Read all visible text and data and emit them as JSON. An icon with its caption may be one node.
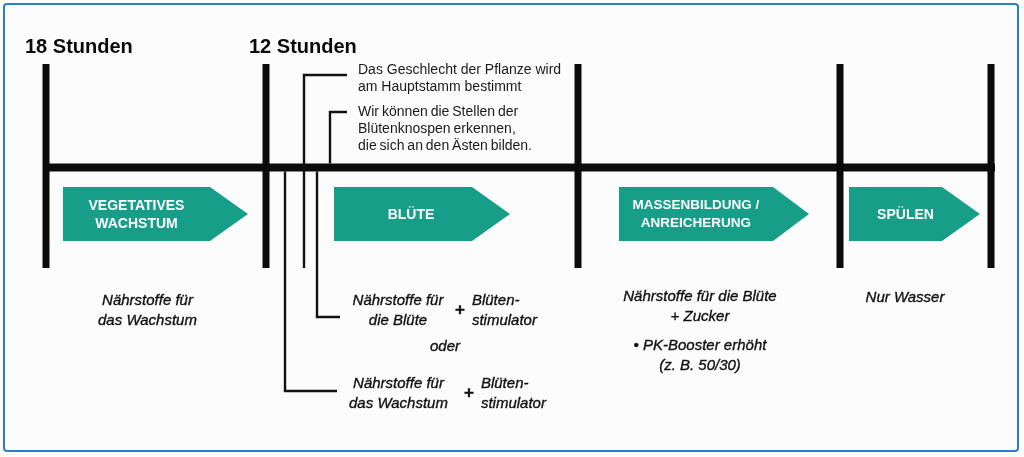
{
  "diagram": {
    "nodes": [
      {
        "text": [
          "Das Geschlecht der Pflanze wird am Hauptstamm bestimmt"
        ]
      },
      {
        "text": [
          "Wir können die Stellen der Blütenknospen erkennen, die sich an den Ästen bilden."
        ]
      },
      {
        "text": [
          "VEGETATIVES WACHSTUM"
        ]
      },
      {
        "text": [
          "BLÜTE"
        ]
      },
      {
        "text": [
          "MASSENBILDUNG / ANREICHERUNG"
        ]
      },
      {
        "text": [
          "SPÜLEN"
        ]
      },
      {
        "text": [
          "Nährstoffe für die Blüte",
          "+",
          "Blüten- stimulator"
        ]
      },
      {
        "text": [
          "Nährstoffe für das Wachstum",
          "+",
          "Blüten- stimulator"
        ]
      }
    ],
    "edges": [
      {
        "from": 0,
        "to": null,
        "arrow": "none"
      },
      {
        "from": 1,
        "to": null,
        "arrow": "none"
      },
      {
        "from": 6,
        "to": null,
        "arrow": "none"
      },
      {
        "from": 7,
        "to": null,
        "arrow": "none"
      }
    ],
    "labels": [
      "18 Stunden",
      "12 Stunden",
      "Nährstoffe für das Wachstum",
      "Nährstoffe für die Blüte + Zucker",
      "Nur Wasser",
      "oder",
      "• PK-Booster erhöht (z. B. 50/30)"
    ]
  }
}
